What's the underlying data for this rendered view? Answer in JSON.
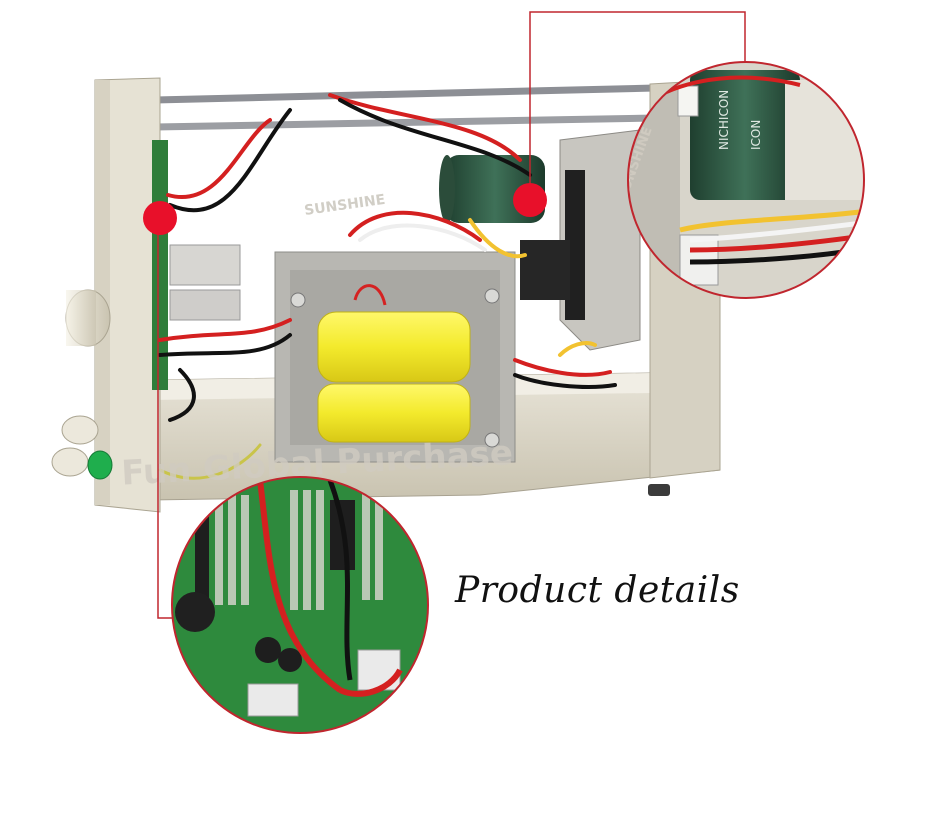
{
  "caption": "Product details",
  "watermarks": {
    "store": "Fun Global Purchase",
    "brand": "SUNSHINE"
  },
  "capacitor_print": {
    "brand": "NICHICON",
    "text": "ICON"
  },
  "colors": {
    "callout_line": "#c0262e",
    "marker_dot": "#e8102a",
    "chassis": "#ddd8c8",
    "transformer_coil": "#f2ec3a",
    "pcb": "#2e8a3d",
    "capacitor": "#2f5a44"
  }
}
